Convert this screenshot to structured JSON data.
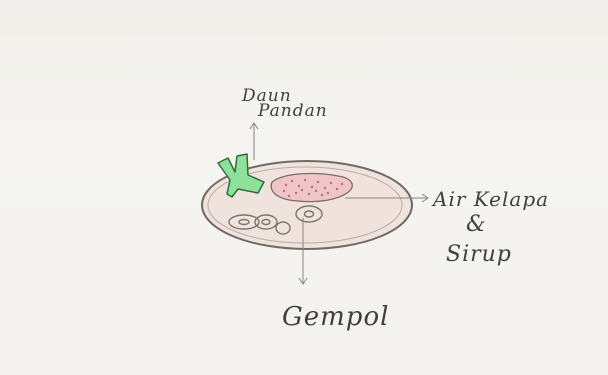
{
  "labels": {
    "daun_line1": "Daun",
    "daun_line2": "Pandan",
    "air_kelapa": "Air Kelapa",
    "ampersand": "&",
    "sirup": "Sirup",
    "gempol": "Gempol"
  },
  "colors": {
    "bowl_stroke": "#6f6a64",
    "bowl_fill": "#f1e3de",
    "liquid_pink": "#eec7c9",
    "syrup_dots": "#c96673",
    "pandan_green": "#8fe09a",
    "pandan_stroke": "#2f6b3a",
    "ink": "#3f3f3f"
  }
}
